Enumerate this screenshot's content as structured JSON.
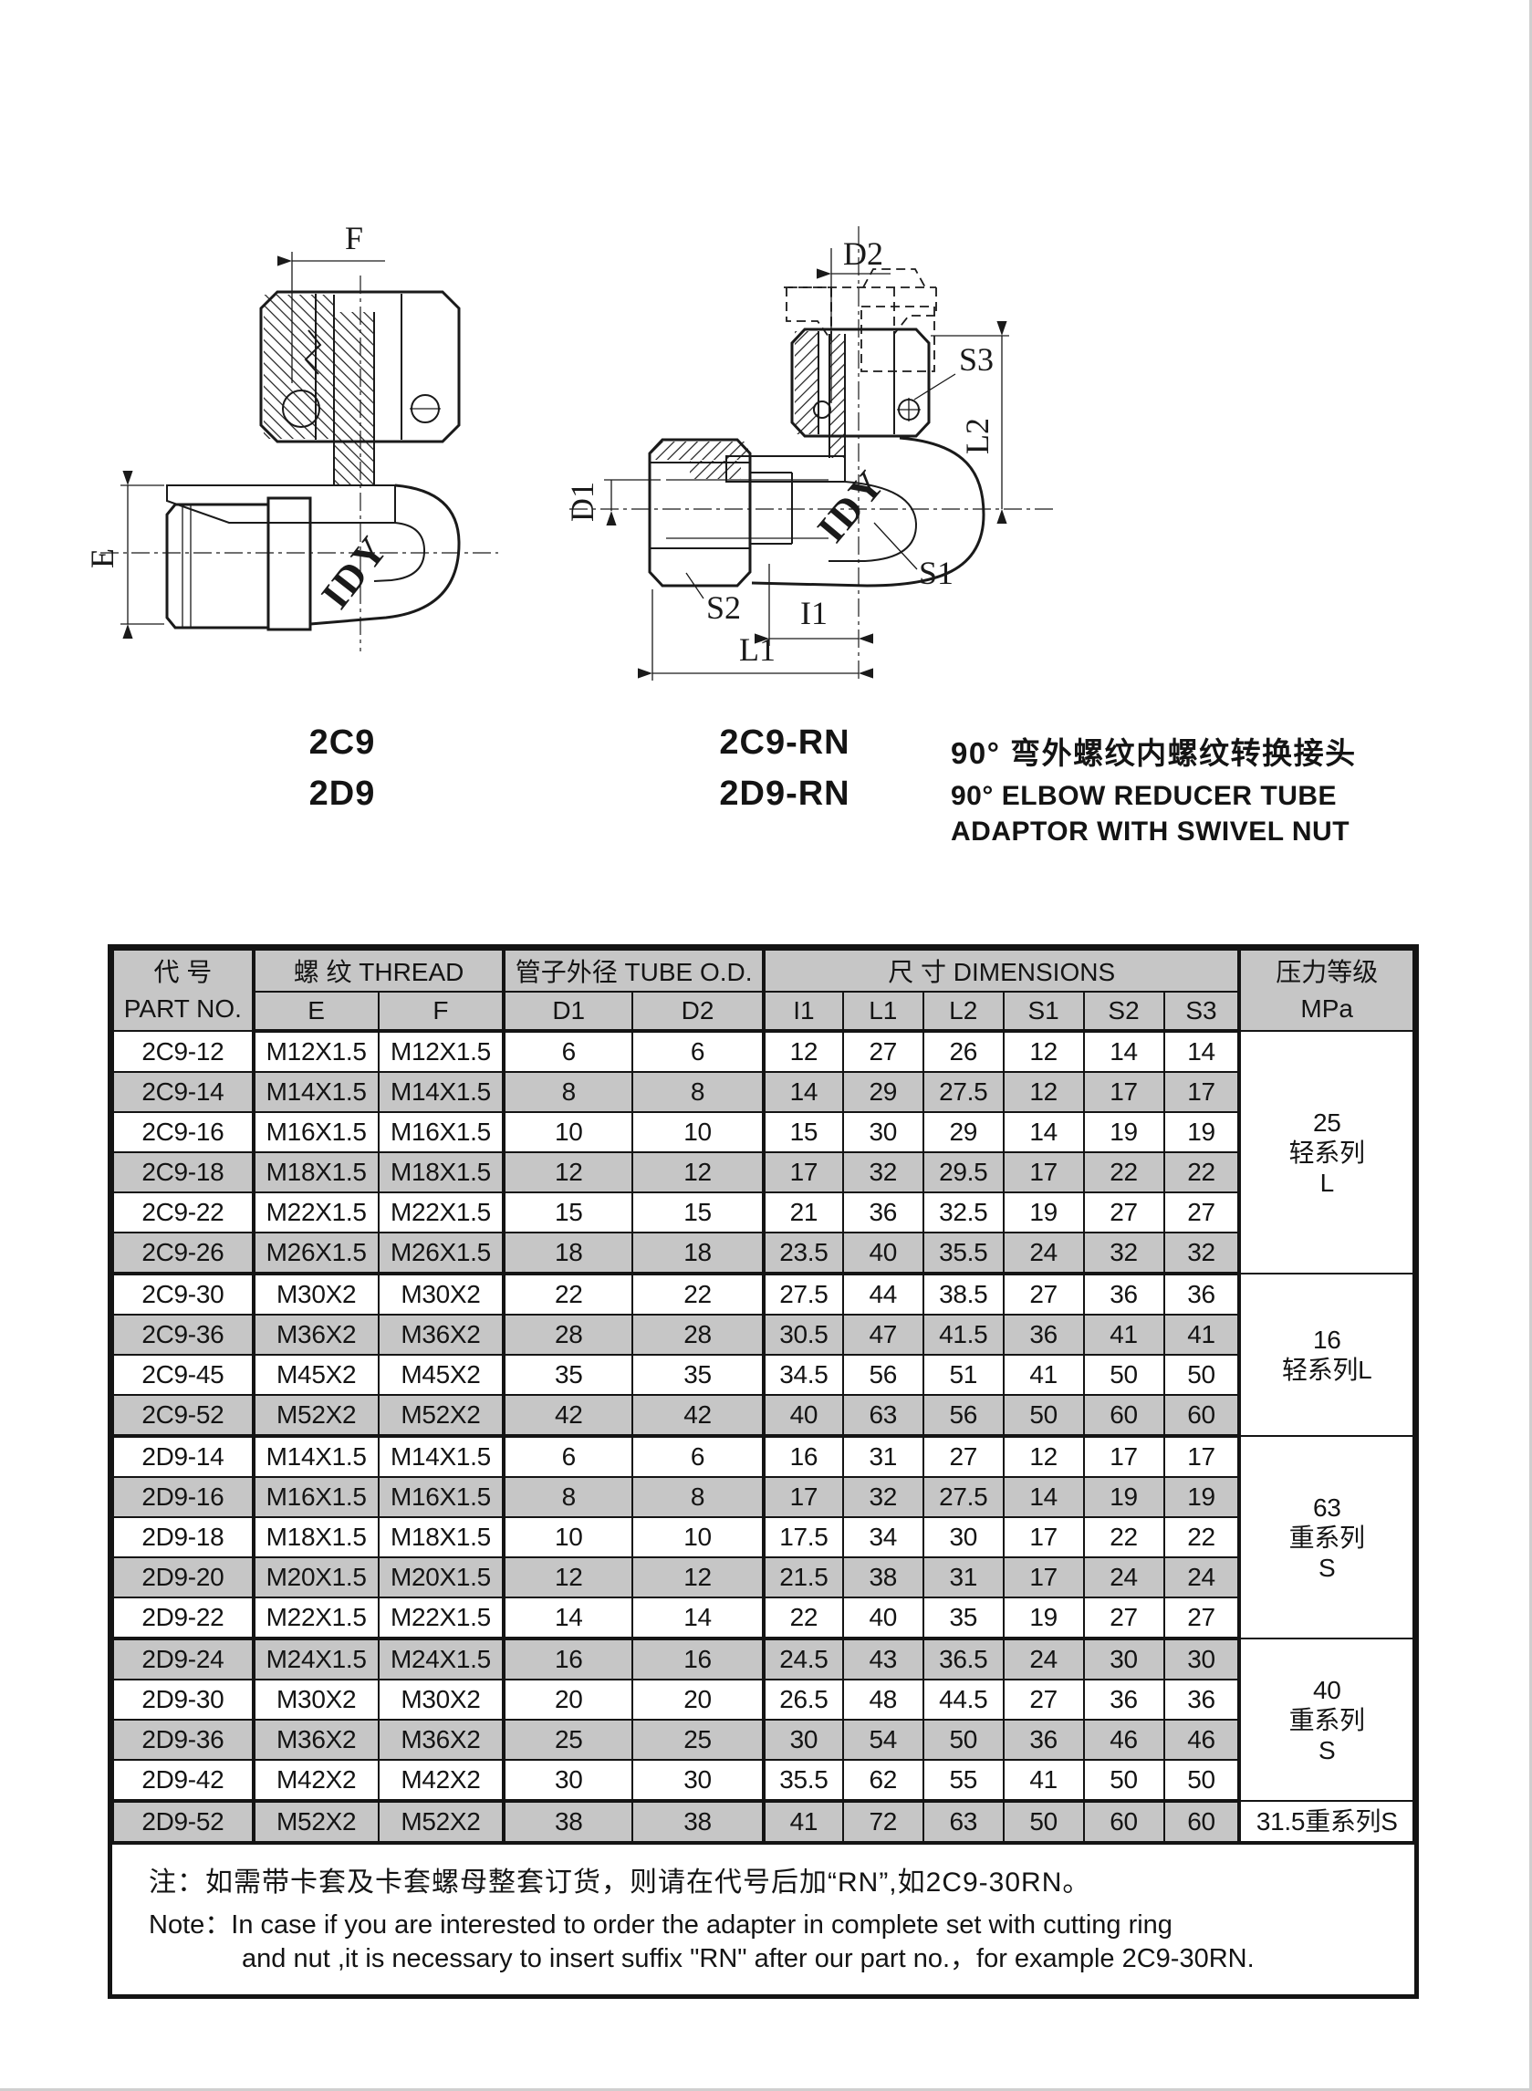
{
  "drawing_left": {
    "labels": {
      "f": "F",
      "e": "E"
    },
    "watermark": "IDY",
    "caption_line1": "2C9",
    "caption_line2": "2D9"
  },
  "drawing_right": {
    "labels": {
      "d2": "D2",
      "s3": "S3",
      "l2": "L2",
      "d1": "D1",
      "s2": "S2",
      "s1": "S1",
      "i1": "I1",
      "l1": "L1"
    },
    "watermark": "IDY",
    "caption_line1": "2C9-RN",
    "caption_line2": "2D9-RN"
  },
  "title": {
    "zh": "90°  弯外螺纹内螺纹转换接头",
    "en_line1": "90°  ELBOW REDUCER TUBE",
    "en_line2": "ADAPTOR WITH SWIVEL NUT"
  },
  "table": {
    "header": {
      "part_no_zh": "代  号",
      "part_no_en": "PART  NO.",
      "thread": "螺 纹  THREAD",
      "tube_od": "管子外径 TUBE O.D.",
      "dimensions": "尺 寸   DIMENSIONS",
      "pressure_zh": "压力等级",
      "pressure_en": "MPa",
      "sub_headers": [
        "E",
        "F",
        "D1",
        "D2",
        "I1",
        "L1",
        "L2",
        "S1",
        "S2",
        "S3"
      ]
    },
    "groups": [
      {
        "pressure_lines": [
          "25",
          "轻系列",
          "L"
        ],
        "rows": [
          [
            "2C9-12",
            "M12X1.5",
            "M12X1.5",
            "6",
            "6",
            "12",
            "27",
            "26",
            "12",
            "14",
            "14"
          ],
          [
            "2C9-14",
            "M14X1.5",
            "M14X1.5",
            "8",
            "8",
            "14",
            "29",
            "27.5",
            "12",
            "17",
            "17"
          ],
          [
            "2C9-16",
            "M16X1.5",
            "M16X1.5",
            "10",
            "10",
            "15",
            "30",
            "29",
            "14",
            "19",
            "19"
          ],
          [
            "2C9-18",
            "M18X1.5",
            "M18X1.5",
            "12",
            "12",
            "17",
            "32",
            "29.5",
            "17",
            "22",
            "22"
          ],
          [
            "2C9-22",
            "M22X1.5",
            "M22X1.5",
            "15",
            "15",
            "21",
            "36",
            "32.5",
            "19",
            "27",
            "27"
          ],
          [
            "2C9-26",
            "M26X1.5",
            "M26X1.5",
            "18",
            "18",
            "23.5",
            "40",
            "35.5",
            "24",
            "32",
            "32"
          ]
        ]
      },
      {
        "pressure_lines": [
          "16",
          "轻系列L"
        ],
        "rows": [
          [
            "2C9-30",
            "M30X2",
            "M30X2",
            "22",
            "22",
            "27.5",
            "44",
            "38.5",
            "27",
            "36",
            "36"
          ],
          [
            "2C9-36",
            "M36X2",
            "M36X2",
            "28",
            "28",
            "30.5",
            "47",
            "41.5",
            "36",
            "41",
            "41"
          ],
          [
            "2C9-45",
            "M45X2",
            "M45X2",
            "35",
            "35",
            "34.5",
            "56",
            "51",
            "41",
            "50",
            "50"
          ],
          [
            "2C9-52",
            "M52X2",
            "M52X2",
            "42",
            "42",
            "40",
            "63",
            "56",
            "50",
            "60",
            "60"
          ]
        ]
      },
      {
        "pressure_lines": [
          "63",
          "重系列",
          "S"
        ],
        "rows": [
          [
            "2D9-14",
            "M14X1.5",
            "M14X1.5",
            "6",
            "6",
            "16",
            "31",
            "27",
            "12",
            "17",
            "17"
          ],
          [
            "2D9-16",
            "M16X1.5",
            "M16X1.5",
            "8",
            "8",
            "17",
            "32",
            "27.5",
            "14",
            "19",
            "19"
          ],
          [
            "2D9-18",
            "M18X1.5",
            "M18X1.5",
            "10",
            "10",
            "17.5",
            "34",
            "30",
            "17",
            "22",
            "22"
          ],
          [
            "2D9-20",
            "M20X1.5",
            "M20X1.5",
            "12",
            "12",
            "21.5",
            "38",
            "31",
            "17",
            "24",
            "24"
          ],
          [
            "2D9-22",
            "M22X1.5",
            "M22X1.5",
            "14",
            "14",
            "22",
            "40",
            "35",
            "19",
            "27",
            "27"
          ]
        ]
      },
      {
        "pressure_lines": [
          "40",
          "重系列",
          "S"
        ],
        "rows": [
          [
            "2D9-24",
            "M24X1.5",
            "M24X1.5",
            "16",
            "16",
            "24.5",
            "43",
            "36.5",
            "24",
            "30",
            "30"
          ],
          [
            "2D9-30",
            "M30X2",
            "M30X2",
            "20",
            "20",
            "26.5",
            "48",
            "44.5",
            "27",
            "36",
            "36"
          ],
          [
            "2D9-36",
            "M36X2",
            "M36X2",
            "25",
            "25",
            "30",
            "54",
            "50",
            "36",
            "46",
            "46"
          ],
          [
            "2D9-42",
            "M42X2",
            "M42X2",
            "30",
            "30",
            "35.5",
            "62",
            "55",
            "41",
            "50",
            "50"
          ]
        ]
      },
      {
        "pressure_lines": [
          "31.5重系列S"
        ],
        "rows": [
          [
            "2D9-52",
            "M52X2",
            "M52X2",
            "38",
            "38",
            "41",
            "72",
            "63",
            "50",
            "60",
            "60"
          ]
        ]
      }
    ]
  },
  "note": {
    "zh": "注：如需带卡套及卡套螺母整套订货，则请在代号后加“RN”,如2C9-30RN。",
    "en_line1": "Note：In case if you are interested to order the adapter in complete set with cutting ring",
    "en_line2": "and nut ,it is necessary to insert suffix \"RN\" after our part no.，for example 2C9-30RN."
  }
}
